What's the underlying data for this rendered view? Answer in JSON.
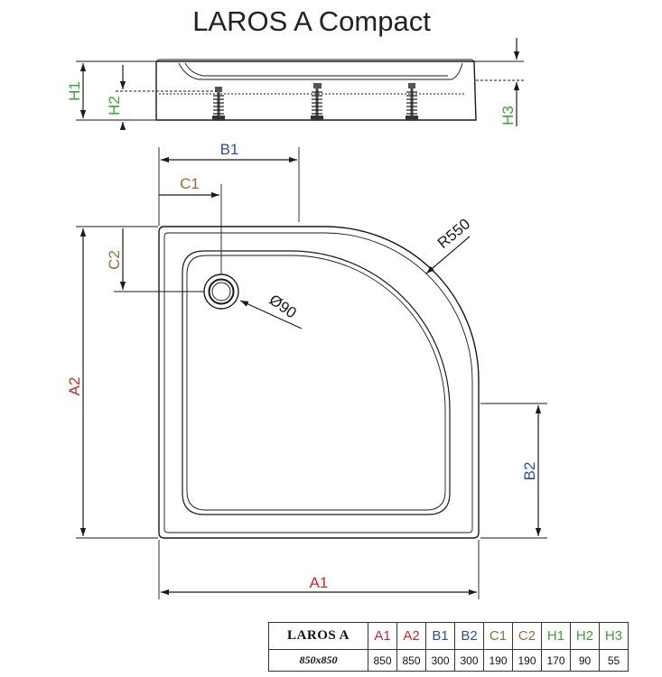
{
  "title": "LAROS A Compact",
  "colors": {
    "a": "#c8282a",
    "b": "#2f4f9e",
    "c": "#9a6a3a",
    "h": "#3aa535",
    "line": "#1a1a1a"
  },
  "labels": {
    "h1": "H1",
    "h2": "H2",
    "h3": "H3",
    "b1": "B1",
    "c1": "C1",
    "c2": "C2",
    "a1": "A1",
    "a2": "A2",
    "b2": "B2",
    "radius": "R550",
    "drain": "Ø90"
  },
  "table": {
    "model": "LAROS A",
    "size": "850x850",
    "columns": [
      {
        "key": "A1",
        "value": "850",
        "color": "#c8282a"
      },
      {
        "key": "A2",
        "value": "850",
        "color": "#c8282a"
      },
      {
        "key": "B1",
        "value": "300",
        "color": "#2f4f9e"
      },
      {
        "key": "B2",
        "value": "300",
        "color": "#2f4f9e"
      },
      {
        "key": "C1",
        "value": "190",
        "color": "#9a6a3a"
      },
      {
        "key": "C2",
        "value": "190",
        "color": "#9a6a3a"
      },
      {
        "key": "H1",
        "value": "170",
        "color": "#3aa535"
      },
      {
        "key": "H2",
        "value": "90",
        "color": "#3aa535"
      },
      {
        "key": "H3",
        "value": "55",
        "color": "#3aa535"
      }
    ]
  }
}
